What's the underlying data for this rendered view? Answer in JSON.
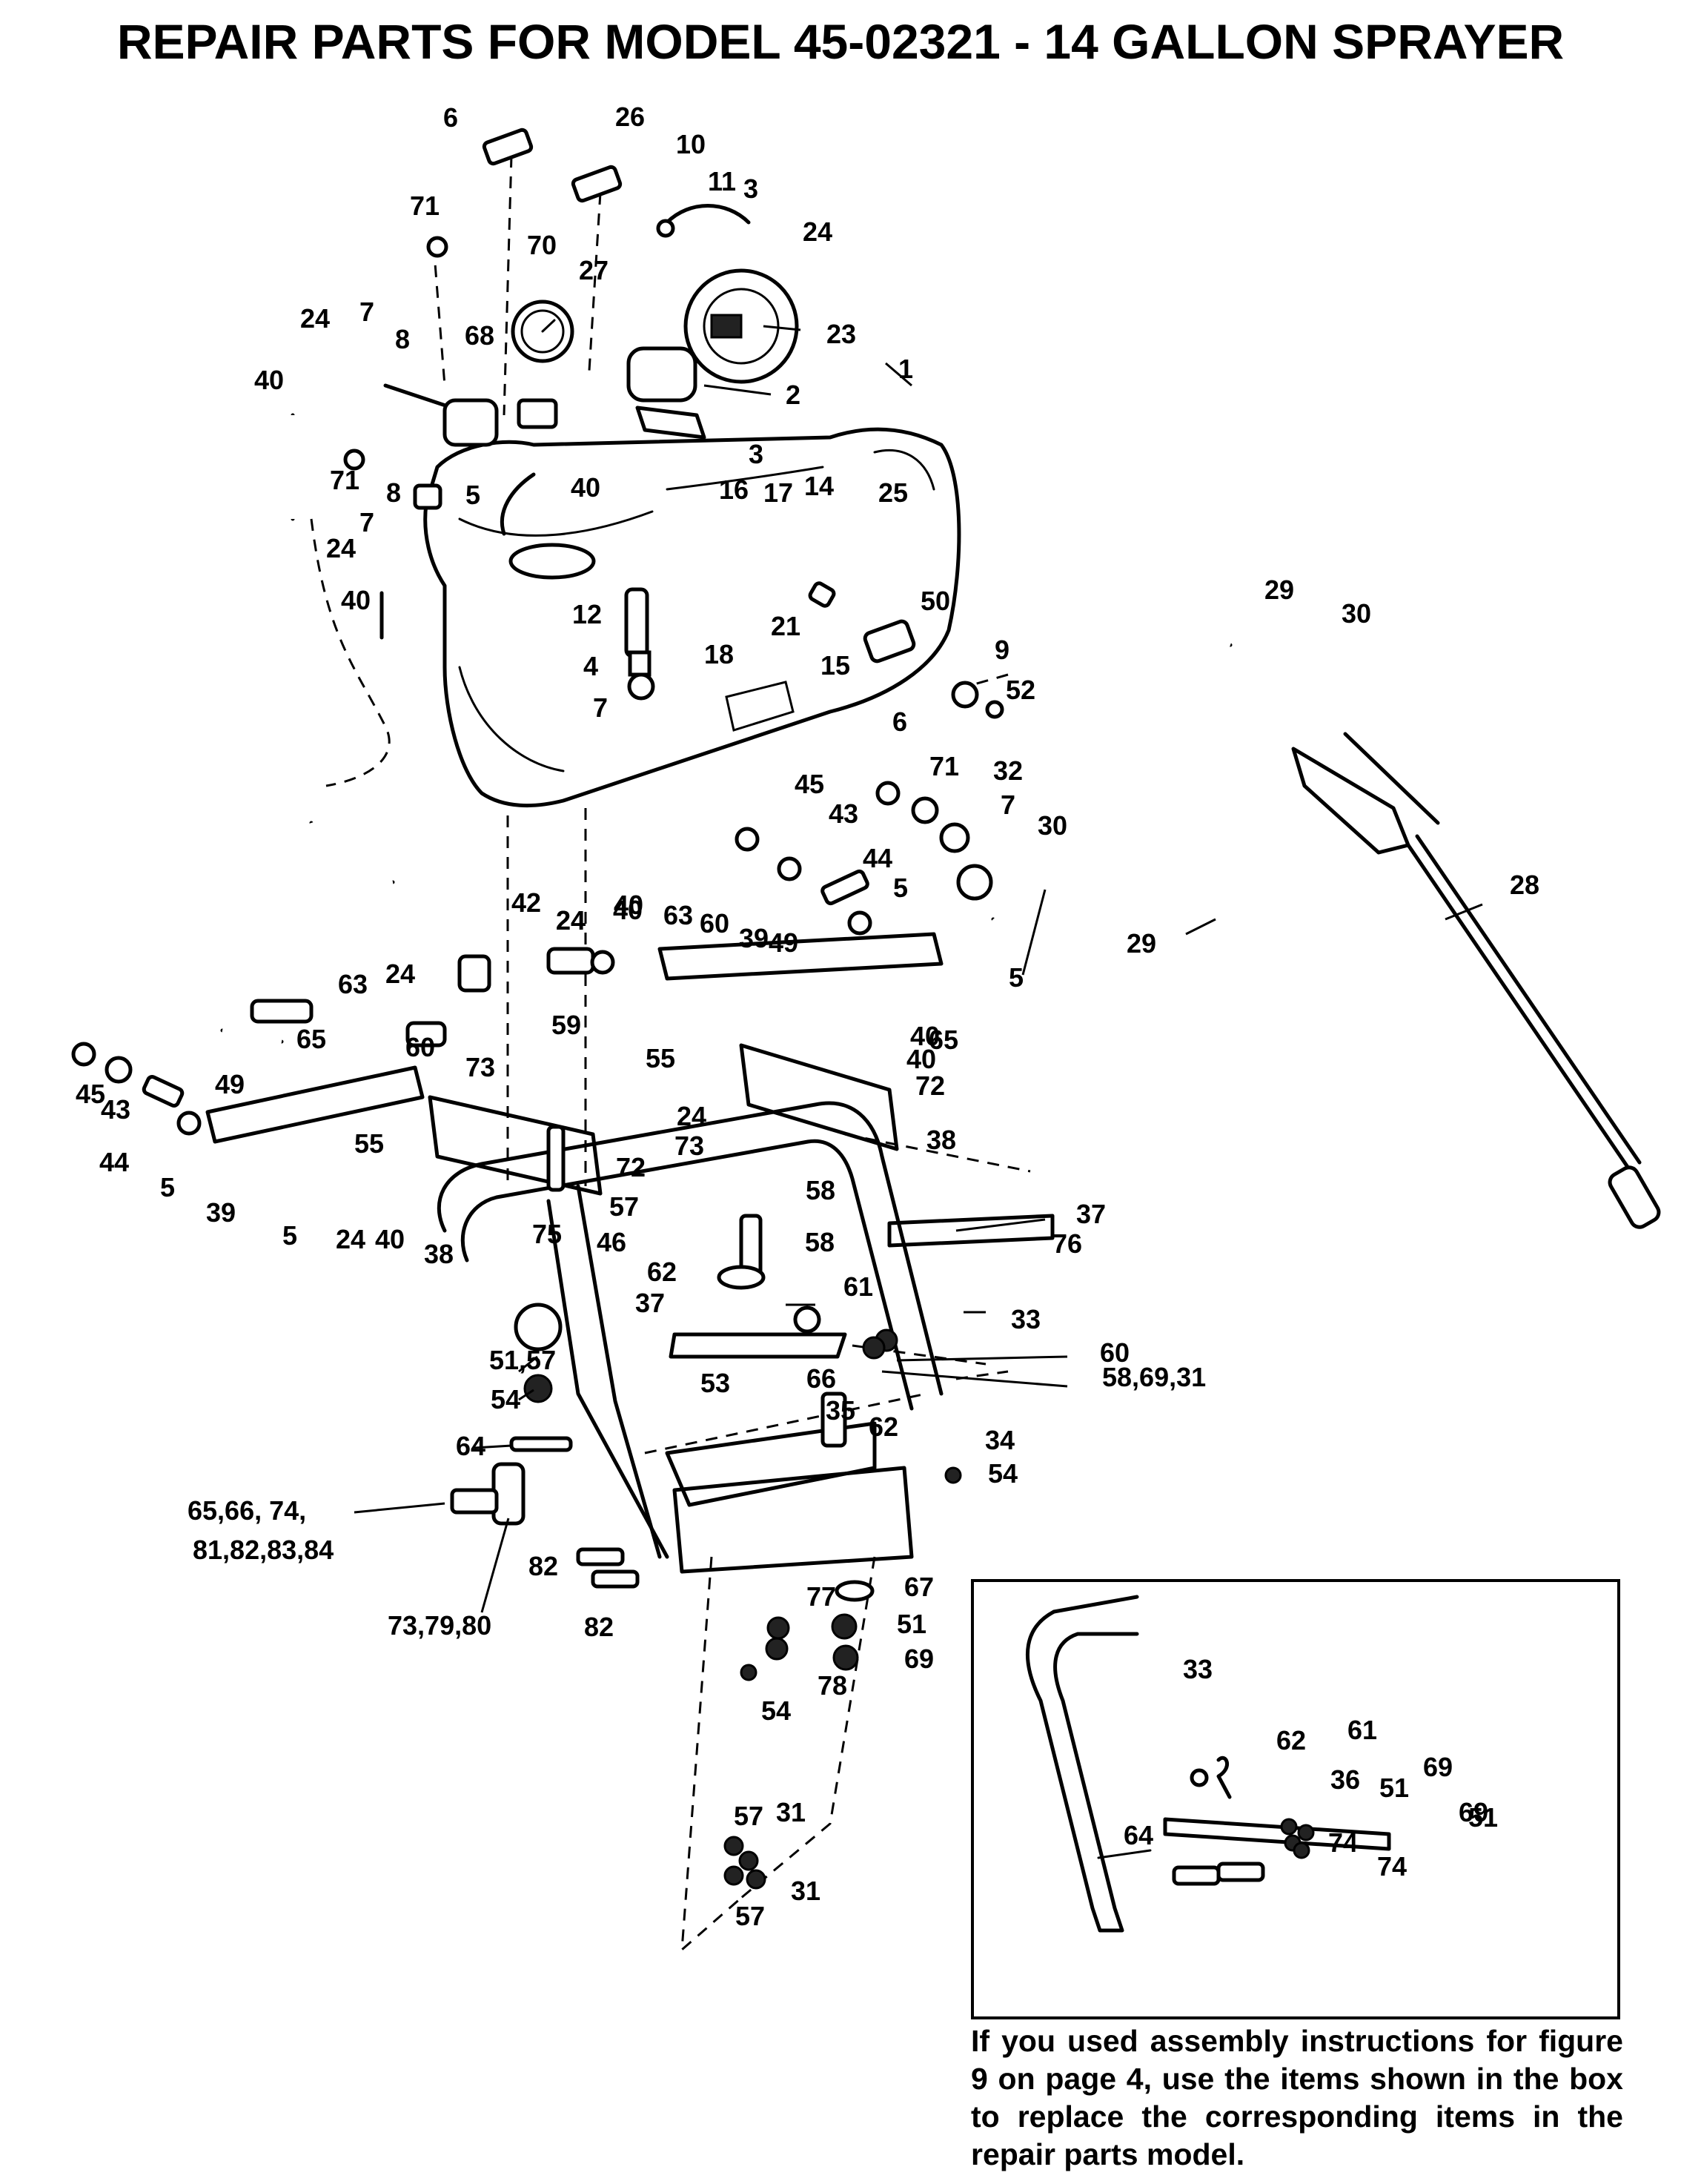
{
  "title": "REPAIR PARTS FOR MODEL 45-02321 - 14 GALLON SPRAYER",
  "main_labels": [
    "6",
    "26",
    "10",
    "11",
    "3",
    "71",
    "70",
    "27",
    "24",
    "24",
    "23",
    "7",
    "8",
    "68",
    "1",
    "40",
    "2",
    "71",
    "8",
    "5",
    "40",
    "3",
    "16",
    "17",
    "14",
    "25",
    "7",
    "24",
    "40",
    "12",
    "18",
    "21",
    "4",
    "15",
    "7",
    "50",
    "29",
    "30",
    "9",
    "52",
    "6",
    "71",
    "32",
    "7",
    "30",
    "45",
    "43",
    "44",
    "5",
    "40",
    "24",
    "42",
    "24",
    "40",
    "63",
    "60",
    "39",
    "49",
    "5",
    "28",
    "29",
    "40",
    "63",
    "24",
    "60",
    "65",
    "65",
    "55",
    "73",
    "24",
    "40",
    "72",
    "45",
    "43",
    "49",
    "59",
    "55",
    "73",
    "72",
    "38",
    "44",
    "5",
    "39",
    "5",
    "24",
    "40",
    "38",
    "58",
    "57",
    "46",
    "58",
    "75",
    "76",
    "37",
    "62",
    "61",
    "37",
    "33",
    "60",
    "58,69,31",
    "51,57",
    "54",
    "53",
    "66",
    "35",
    "64",
    "62",
    "34",
    "54",
    "65,66, 74,",
    "81,82,83,84",
    "82",
    "67",
    "77",
    "51",
    "82",
    "73,79,80",
    "69",
    "78",
    "54",
    "57",
    "31",
    "31",
    "57"
  ],
  "inset": {
    "labels": [
      "33",
      "61",
      "62",
      "69",
      "51",
      "36",
      "69",
      "64",
      "74",
      "51",
      "74"
    ]
  },
  "note": "If you used assembly instructions for figure 9 on page 4, use the items shown in the box to replace the corresponding items in the repair parts model."
}
